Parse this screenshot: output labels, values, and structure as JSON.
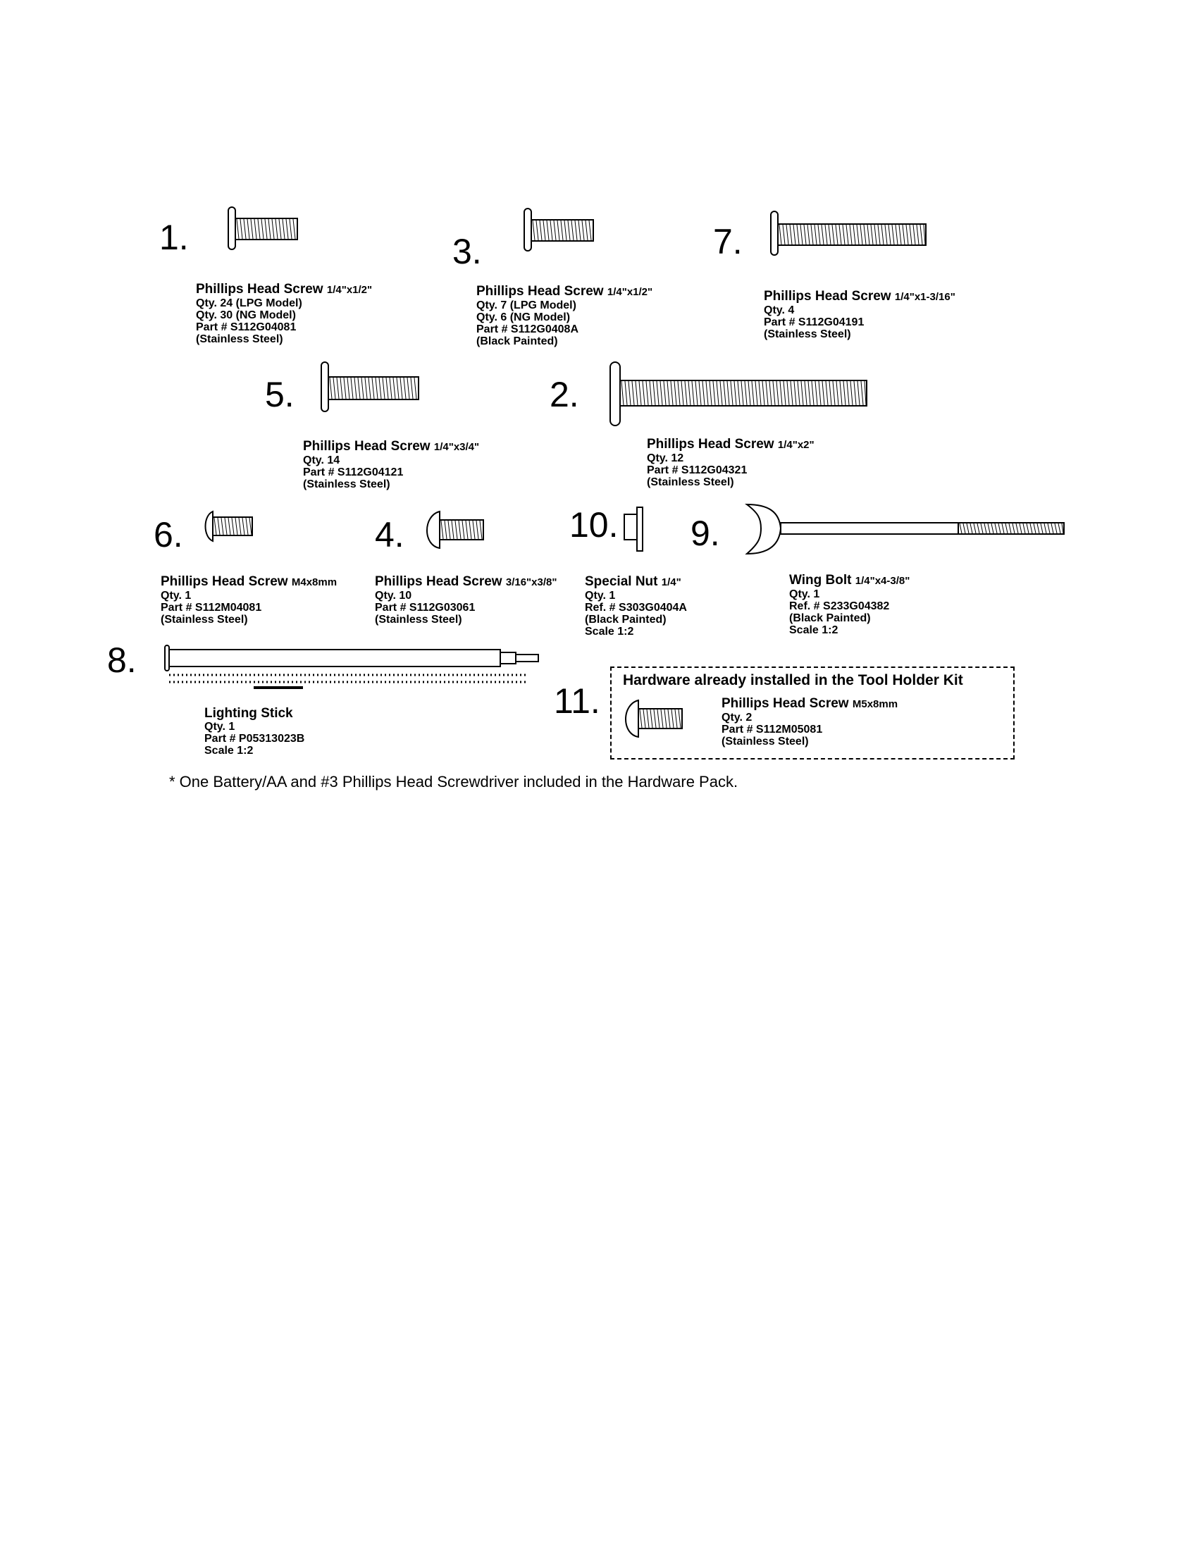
{
  "items": [
    {
      "num": "1.",
      "title": "Phillips Head Screw",
      "size": "1/4\"x1/2\"",
      "lines": [
        "Qty. 24 (LPG Model)",
        "Qty. 30 (NG Model)",
        "Part # S112G04081",
        "(Stainless Steel)"
      ]
    },
    {
      "num": "3.",
      "title": "Phillips Head Screw",
      "size": "1/4\"x1/2\"",
      "lines": [
        "Qty. 7 (LPG Model)",
        "Qty. 6 (NG Model)",
        "Part # S112G0408A",
        "(Black Painted)"
      ]
    },
    {
      "num": "7.",
      "title": "Phillips Head Screw",
      "size": "1/4\"x1-3/16\"",
      "lines": [
        "Qty. 4",
        "Part # S112G04191",
        "(Stainless Steel)"
      ]
    },
    {
      "num": "5.",
      "title": "Phillips Head Screw",
      "size": "1/4\"x3/4\"",
      "lines": [
        "Qty. 14",
        "Part # S112G04121",
        "(Stainless Steel)"
      ]
    },
    {
      "num": "2.",
      "title": "Phillips Head Screw",
      "size": "1/4\"x2\"",
      "lines": [
        "Qty. 12",
        "Part # S112G04321",
        "(Stainless Steel)"
      ]
    },
    {
      "num": "6.",
      "title": "Phillips Head Screw",
      "size": "M4x8mm",
      "lines": [
        "Qty. 1",
        "Part # S112M04081",
        "(Stainless Steel)"
      ]
    },
    {
      "num": "4.",
      "title": "Phillips Head Screw",
      "size": "3/16\"x3/8\"",
      "lines": [
        "Qty. 10",
        "Part # S112G03061",
        "(Stainless Steel)"
      ]
    },
    {
      "num": "10.",
      "title": "Special Nut",
      "size": "1/4\"",
      "lines": [
        "Qty. 1",
        "Ref. # S303G0404A",
        "(Black Painted)",
        "Scale 1:2"
      ]
    },
    {
      "num": "9.",
      "title": "Wing Bolt",
      "size": "1/4\"x4-3/8\"",
      "lines": [
        "Qty. 1",
        "Ref. # S233G04382",
        "(Black Painted)",
        "Scale 1:2"
      ]
    },
    {
      "num": "8.",
      "title": "Lighting Stick",
      "size": "",
      "lines": [
        "Qty. 1",
        "Part # P05313023B",
        "Scale 1:2"
      ]
    },
    {
      "num": "11.",
      "title": "Phillips Head Screw",
      "size": "M5x8mm",
      "lines": [
        "Qty. 2",
        "Part # S112M05081",
        "(Stainless Steel)"
      ]
    }
  ],
  "kit_title": "Hardware already installed in the Tool Holder Kit",
  "footnote": "* One Battery/AA and #3 Phillips Head Screwdriver included in the Hardware Pack."
}
